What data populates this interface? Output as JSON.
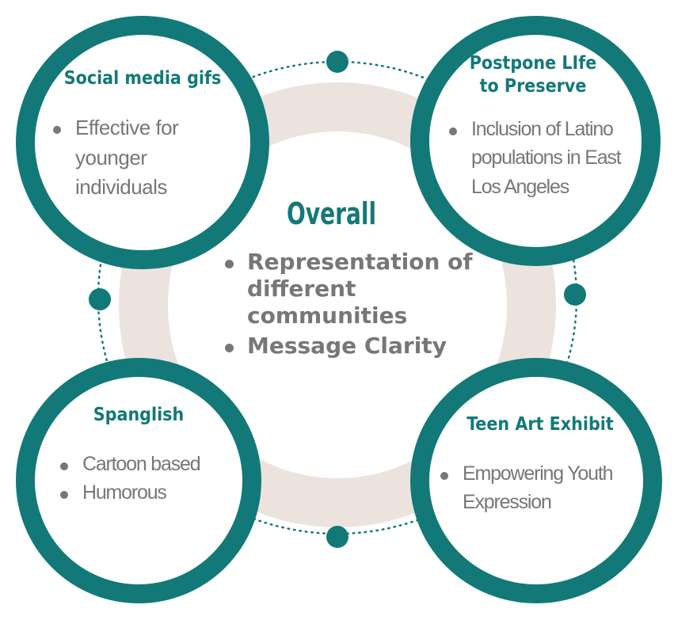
{
  "colors": {
    "teal": "#127978",
    "ring": "#ece3df",
    "text": "#777777",
    "background": "#ffffff"
  },
  "center": {
    "title": "Overall",
    "bullets": [
      "Representation of different communities",
      "Message Clarity"
    ]
  },
  "nodes": [
    {
      "id": "social-media-gifs",
      "title": "Social media gifs",
      "bullets": [
        "Effective for younger individuals"
      ]
    },
    {
      "id": "postpone-life",
      "title": "Postpone LIfe to Preserve",
      "bullets": [
        "Inclusion of Latino populations in East Los Angeles"
      ]
    },
    {
      "id": "spanglish",
      "title": "Spanglish",
      "bullets": [
        "Cartoon based",
        "Humorous"
      ]
    },
    {
      "id": "teen-art-exhibit",
      "title": "Teen Art Exhibit",
      "bullets": [
        "Empowering Youth Expression"
      ]
    }
  ]
}
